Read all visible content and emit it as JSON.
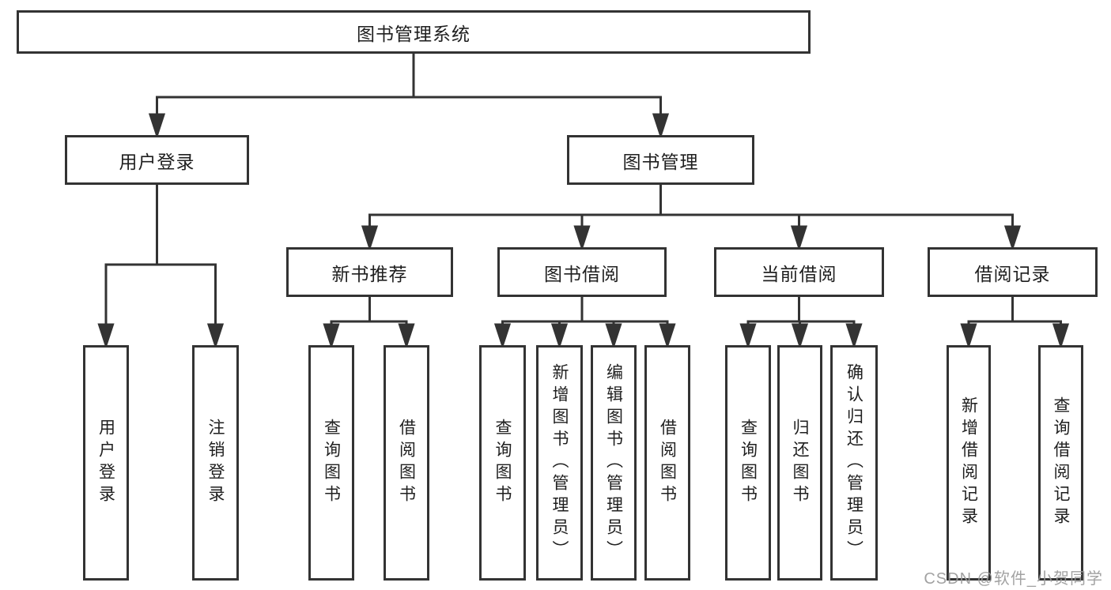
{
  "diagram": {
    "root": {
      "label": "图书管理系统"
    },
    "level1": [
      {
        "label": "用户登录"
      },
      {
        "label": "图书管理"
      }
    ],
    "level2": [
      {
        "label": "新书推荐"
      },
      {
        "label": "图书借阅"
      },
      {
        "label": "当前借阅"
      },
      {
        "label": "借阅记录"
      }
    ],
    "leaves": [
      {
        "label": "用户登录"
      },
      {
        "label": "注销登录"
      },
      {
        "label": "查询图书"
      },
      {
        "label": "借阅图书"
      },
      {
        "label": "查询图书"
      },
      {
        "label": "新增图书（管理员）"
      },
      {
        "label": "编辑图书（管理员）"
      },
      {
        "label": "借阅图书"
      },
      {
        "label": "查询图书"
      },
      {
        "label": "归还图书"
      },
      {
        "label": "确认归还（管理员）"
      },
      {
        "label": "新增借阅记录"
      },
      {
        "label": "查询借阅记录"
      }
    ]
  },
  "watermark": "CSDN @软件_小贺同学",
  "colors": {
    "line": "#333333",
    "text": "#1f1f1f",
    "watermark": "#9b9b9b",
    "background": "#ffffff"
  }
}
